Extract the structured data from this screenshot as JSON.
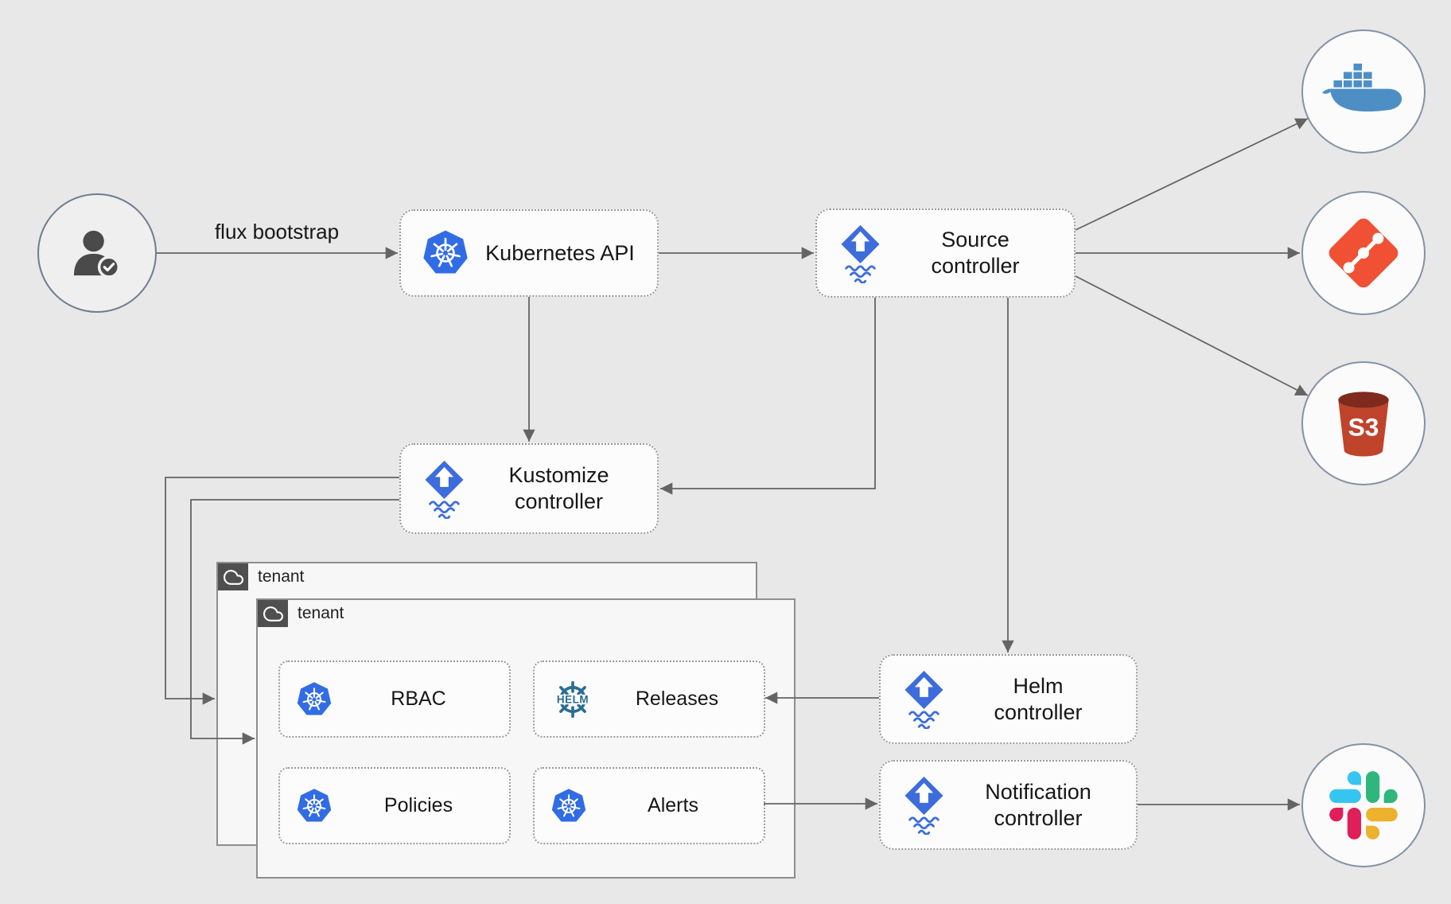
{
  "connections": {
    "bootstrap_label": "flux bootstrap"
  },
  "nodes": {
    "user": {
      "icon": "user-check-icon"
    },
    "kubernetes_api": {
      "label": "Kubernetes API",
      "icon": "kubernetes-icon"
    },
    "source_controller": {
      "label": "Source\ncontroller",
      "icon": "flux-icon"
    },
    "kustomize_controller": {
      "label": "Kustomize\ncontroller",
      "icon": "flux-icon"
    },
    "helm_controller": {
      "label": "Helm\ncontroller",
      "icon": "flux-icon"
    },
    "notification_controller": {
      "label": "Notification\ncontroller",
      "icon": "flux-icon"
    },
    "docker_registry": {
      "icon": "docker-icon"
    },
    "git_repository": {
      "icon": "git-icon"
    },
    "s3_bucket": {
      "icon": "s3-icon",
      "icon_text": "S3"
    },
    "slack": {
      "icon": "slack-icon"
    },
    "tenant_back": {
      "label": "tenant",
      "icon": "cloud-icon"
    },
    "tenant_front": {
      "label": "tenant",
      "icon": "cloud-icon"
    },
    "rbac": {
      "label": "RBAC",
      "icon": "kubernetes-icon"
    },
    "releases": {
      "label": "Releases",
      "icon": "helm-icon",
      "icon_text": "HELM"
    },
    "policies": {
      "label": "Policies",
      "icon": "kubernetes-icon"
    },
    "alerts": {
      "label": "Alerts",
      "icon": "kubernetes-icon"
    }
  },
  "colors": {
    "canvas_background": "#e8e8e8",
    "kubernetes_blue": "#326ce5",
    "flux_blue": "#3d6ddc",
    "docker_blue": "#4d8fc4",
    "git_orange": "#f05033",
    "s3_red": "#c0432c",
    "s3_dark_red": "#802a1e",
    "helm_blue": "#2a6d92",
    "slack_blue": "#36c5f0",
    "slack_green": "#2eb67d",
    "slack_yellow": "#ecb22e",
    "slack_pink": "#e01e5a",
    "person_gray": "#4a4a4a",
    "arrow_gray": "#646464"
  }
}
